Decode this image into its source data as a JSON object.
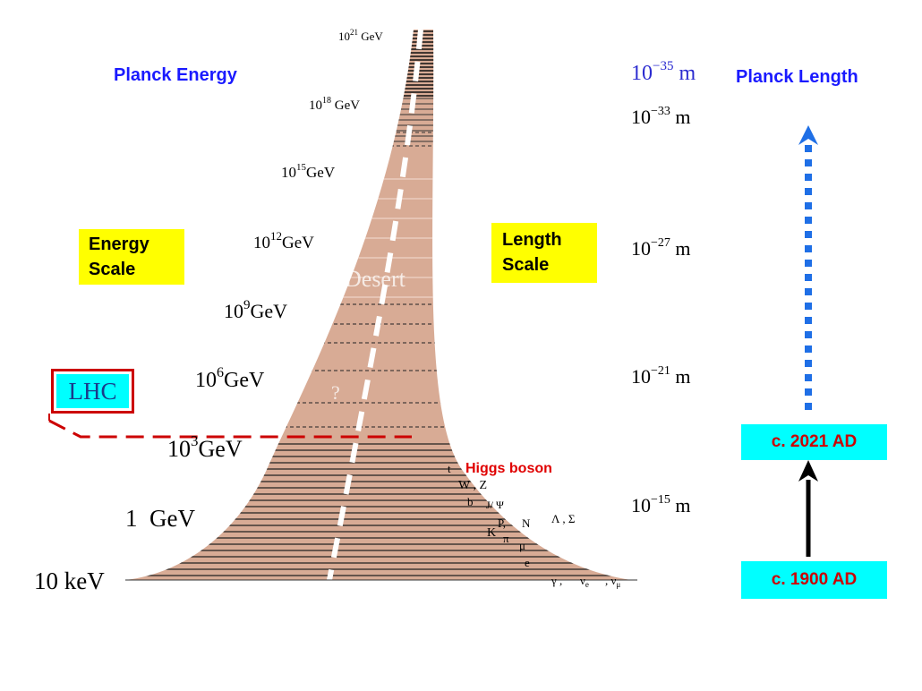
{
  "headings": {
    "planck_energy": "Planck Energy",
    "planck_length": "Planck Length"
  },
  "boxes": {
    "energy_scale": [
      "Energy",
      "Scale"
    ],
    "length_scale": [
      "Length",
      "Scale"
    ],
    "lhc": "LHC",
    "year_2021": "c. 2021 AD",
    "year_1900": "c. 1900 AD"
  },
  "energy_labels": [
    {
      "mantissa": "10",
      "exp": "21",
      "unit": " GeV"
    },
    {
      "mantissa": "10",
      "exp": "18",
      "unit": " GeV"
    },
    {
      "mantissa": "10",
      "exp": "15",
      "unit": "GeV"
    },
    {
      "mantissa": "10",
      "exp": "12",
      "unit": "GeV"
    },
    {
      "mantissa": "10",
      "exp": "9",
      "unit": "GeV"
    },
    {
      "mantissa": "10",
      "exp": "6",
      "unit": "GeV"
    },
    {
      "mantissa": "10",
      "exp": "3",
      "unit": "GeV"
    },
    {
      "mantissa": "1",
      "exp": "",
      "unit": "  GeV"
    },
    {
      "mantissa": "10 keV",
      "exp": "",
      "unit": ""
    }
  ],
  "length_labels": [
    {
      "mantissa": "10",
      "exp": "−35",
      "unit": " m"
    },
    {
      "mantissa": "10",
      "exp": "−33",
      "unit": " m"
    },
    {
      "mantissa": "10",
      "exp": "−27",
      "unit": " m"
    },
    {
      "mantissa": "10",
      "exp": "−21",
      "unit": " m"
    },
    {
      "mantissa": "10",
      "exp": "−15",
      "unit": " m"
    }
  ],
  "funnel_text": {
    "desert": "Desert",
    "question": "?"
  },
  "particles": {
    "t": "t",
    "higgs": "Higgs boson",
    "wz": "W , Z",
    "b": "b",
    "jpsi": "J/ Ψ",
    "lambda_sigma": "Λ , Σ",
    "k": "K",
    "p": "P,",
    "n": "N",
    "pi": "π",
    "mu": "μ",
    "e": "e",
    "gamma": "γ ,",
    "nu_e": "ν",
    "nu_e_sub": "e",
    "nu_mu": ", ν",
    "nu_mu_sub": "μ"
  },
  "colors": {
    "funnel": "#d8ab95",
    "blue_heading": "#1a1aff",
    "yellow_box": "#ffff00",
    "cyan_box": "#00ffff",
    "red": "#cc0000",
    "arrow_blue": "#1f6fe6",
    "length_blue": "#2b2bd0"
  }
}
